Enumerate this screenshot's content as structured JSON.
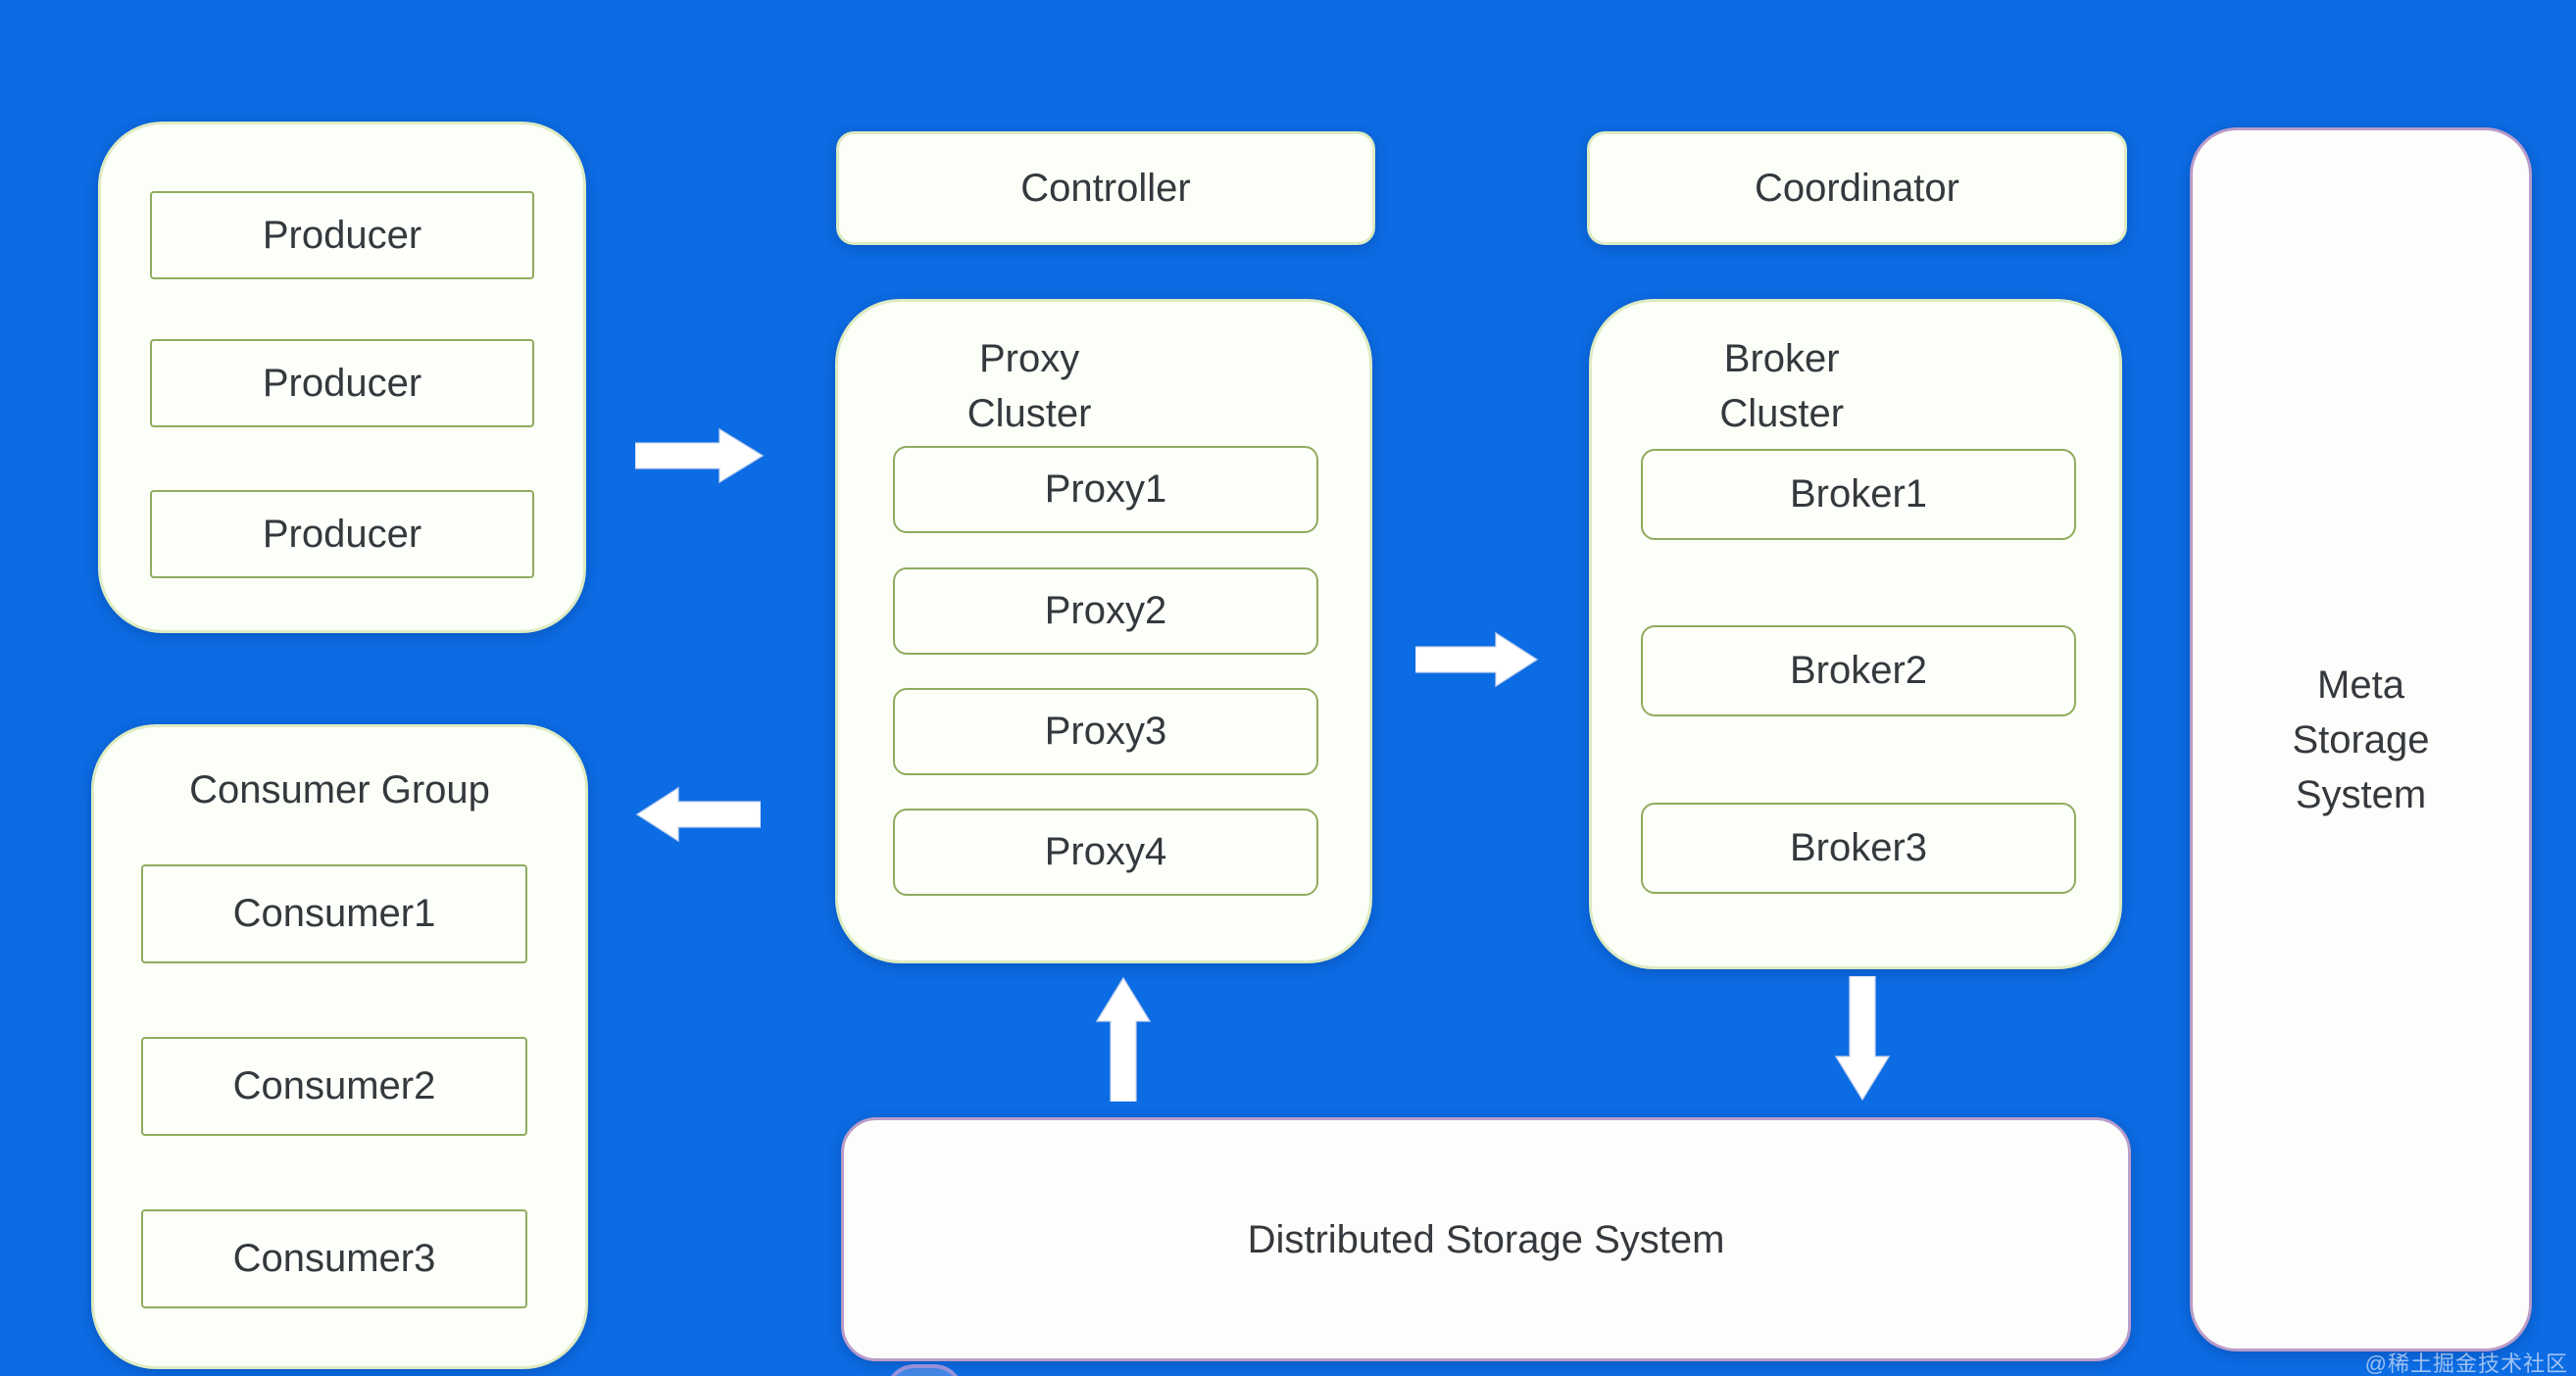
{
  "page": {
    "background_color": "#0c6ce4",
    "watermark": "@稀土掘金技术社区"
  },
  "colors": {
    "canvas_blue": "#0c6ce4",
    "inner_box_border_green": "#8fac5e",
    "container_border_light_green": "#d7e8b9",
    "storage_border_purple": "#b99cc9",
    "text": "#35393d",
    "arrow_fill": "#ffffff"
  },
  "nodes": {
    "producer_group": {
      "items": [
        "Producer",
        "Producer",
        "Producer"
      ]
    },
    "consumer_group": {
      "title": "Consumer Group",
      "items": [
        "Consumer1",
        "Consumer2",
        "Consumer3"
      ]
    },
    "controller": {
      "label": "Controller"
    },
    "coordinator": {
      "label": "Coordinator"
    },
    "proxy_cluster": {
      "title_lines": [
        "Proxy",
        "Cluster"
      ],
      "items": [
        "Proxy1",
        "Proxy2",
        "Proxy3",
        "Proxy4"
      ]
    },
    "broker_cluster": {
      "title_lines": [
        "Broker",
        "Cluster"
      ],
      "items": [
        "Broker1",
        "Broker2",
        "Broker3"
      ]
    },
    "meta_storage": {
      "label_lines": [
        "Meta",
        "Storage",
        "System"
      ]
    },
    "distributed_storage": {
      "label": "Distributed Storage System"
    }
  }
}
